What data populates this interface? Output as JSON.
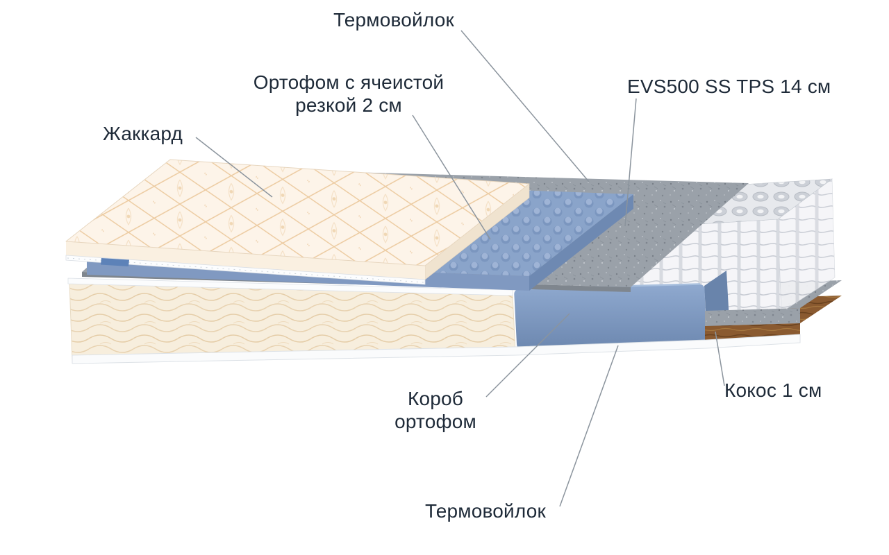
{
  "diagram": {
    "subject": "mattress-layers-cutaway",
    "labels": [
      {
        "id": "thermofelt-top",
        "text": "Термовойлок"
      },
      {
        "id": "orthofoam",
        "text": "Ортофом с ячеистой резкой 2 см"
      },
      {
        "id": "jacquard",
        "text": "Жаккард"
      },
      {
        "id": "springs",
        "text": "EVS500 SS TPS 14 см"
      },
      {
        "id": "coconut",
        "text": "Кокос 1 см"
      },
      {
        "id": "box-orthofoam",
        "text": "Короб ортофом"
      },
      {
        "id": "thermofelt-bottom",
        "text": "Термовойлок"
      }
    ],
    "colors": {
      "label_text": "#1e2a38",
      "leader_line": "#8b949d",
      "quilt_bg": "#fdf4e9",
      "quilt_line": "#e9c9a4",
      "side_fabric_bg": "#f7eedd",
      "side_fabric_line": "#e5cda8",
      "eggcrate_blue": "#8aa4ca",
      "box_blue_top": "#8fa9cf",
      "box_blue_bottom": "#6d88b0",
      "felt_gray": "#9aa1a9",
      "coconut_brown": "#8a5a30",
      "spring_white": "#f5f5f8"
    }
  }
}
